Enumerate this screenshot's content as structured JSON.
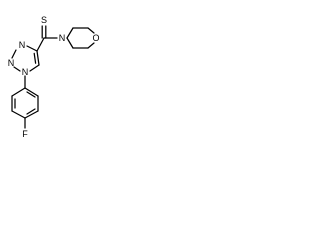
{
  "molecule": {
    "atoms": {
      "thione_s": "S",
      "triazole_n3": "N",
      "triazole_n2": "N",
      "triazole_n1": "N",
      "morpholine_n": "N",
      "morpholine_o": "O",
      "fluorine": "F"
    }
  },
  "colors": {
    "bond": "#000000",
    "label": "#000000",
    "background": "#ffffff"
  }
}
